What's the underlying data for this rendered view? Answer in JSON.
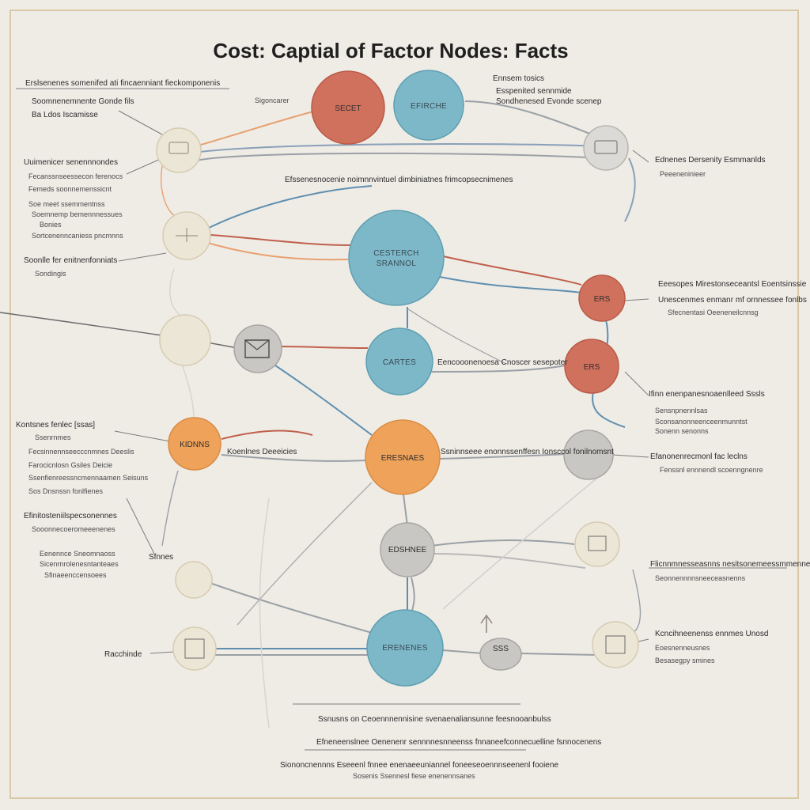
{
  "title": "Cost: Captial of Factor Nodes: Facts",
  "colors": {
    "red": "#d0715d",
    "blue": "#7cb8c8",
    "orange": "#eea25a",
    "gray": "#c9c7c4",
    "pale": "#ece6d6",
    "line_red": "#c0604c",
    "line_blue": "#5f8fb0",
    "line_gray": "#9aa0a6",
    "line_orange": "#e8a070"
  },
  "nodes": [
    {
      "id": "secet",
      "label": "SECET",
      "color": "red"
    },
    {
      "id": "efirche",
      "label": "EFIRCHE",
      "color": "blue"
    },
    {
      "id": "center",
      "label": "CESTERCH SRANNOL",
      "color": "blue"
    },
    {
      "id": "cartes",
      "label": "CARTES",
      "color": "blue"
    },
    {
      "id": "eresnaes",
      "label": "ERESNAES",
      "color": "orange"
    },
    {
      "id": "kidnns",
      "label": "KIDNNS",
      "color": "orange"
    },
    {
      "id": "erenenes",
      "label": "ERENENES",
      "color": "blue"
    },
    {
      "id": "right-red-1",
      "label": "ERS",
      "color": "red"
    },
    {
      "id": "right-red-2",
      "label": "ERS",
      "color": "red"
    },
    {
      "id": "gray-mid",
      "label": "EDSHNEE",
      "color": "gray"
    },
    {
      "id": "gray-b",
      "label": "SSS",
      "color": "gray"
    }
  ],
  "annotations": {
    "top_left": [
      "Erslsenenes somenifed ati fincaenniant fieckomponenis",
      "Soomnenemnente Gonde fils",
      "Ba Ldos Iscamisse"
    ],
    "top_mid_left": "Sigoncarer",
    "top_right": [
      "Ennsem tosics",
      "Esspenited sennmide",
      "Sondhenesed Evonde scenep"
    ],
    "left_group_1": [
      "Uuimenicer senennnondes",
      "Fecanssnseessecon ferenocs",
      "Femeds soonnemenssicnt",
      "Soe meet ssemmentnss",
      "Soemnemp bemennnessues",
      "Bonies",
      "Sortcenenncaniess pncmnns"
    ],
    "left_group_2": [
      "Soonlle fer enitnenfonniats",
      "Sondingis"
    ],
    "center_top": "Efssenesnocenie noimnnvintuel dimbiniatnes frimcopsecnimenes",
    "right_top": [
      "Ednenes Dersenity Esmmanlds",
      "Peeeneninieer"
    ],
    "right_mid_1": [
      "Eeesopes Mirestonseceantsl Eoentsinssie",
      "Unescenmes enmanr mf ornnessee fonlbs",
      "Sfecnentasi Oeeneneilcnnsg"
    ],
    "cartes_side": "Eencooonenoesa Cnoscer sesepoter",
    "right_mid_2": [
      "Ifinn enenpanesnoaenlleed Sssls",
      "Sensnpnennlsas",
      "Sconsanonneenceenmunntst",
      "Sonenn senonns"
    ],
    "orange_left_labels": [
      "Kontsnes fenlec [ssas]",
      "Ssenrnmes",
      "Fecsinnennseecccnmnes Deeslis",
      "Farocicnlosn Gsiles Deicie",
      "Ssenfienreessncmennaamen Seisuns",
      "Sos Dnsnssn fonlfienes"
    ],
    "kidnns_side": "Koenlnes Deeeicies",
    "eresnaes_side": "Ssninnseee enonnssenffesn Ionsccol fonilnomsnt",
    "right_mid_3": [
      "Efanonenrecmonl fac leclns",
      "Fenssnl ennnendl scoenngnenre"
    ],
    "left_group_3": [
      "Efinitosteniilspecsonennes",
      "Sooonnecoeromeeenenes",
      "Eenennce Sneomnaoss",
      "Sicenrnrolenesntanteaes",
      "Sfinaeenccensoees"
    ],
    "left_small": "Sfnnes",
    "right_group_4": [
      "Flicnnmnesseasnns nesitsonemeessmmennem",
      "Seonnennnnsneeceasnenns"
    ],
    "left_bottom": "Racchinde",
    "right_bottom": [
      "Kcncihneenenss ennmes Unosd",
      "Eoesnenneusnes",
      "Besasegpy smines"
    ],
    "bottom_center": [
      "Ssnusns on Ceoennnennisine svenaenaliansunne feesnooanbulss",
      "Efneneenslnee Oenenenr sennnnesnneenss fnnaneefconnecuelline fsnnocenens",
      "Siononcnennns Eseeenl fnnee enenaeeuniannel foneeseoennnseenenl fooiene",
      "Sosenis Ssennesl fiese enenennsanes"
    ]
  }
}
